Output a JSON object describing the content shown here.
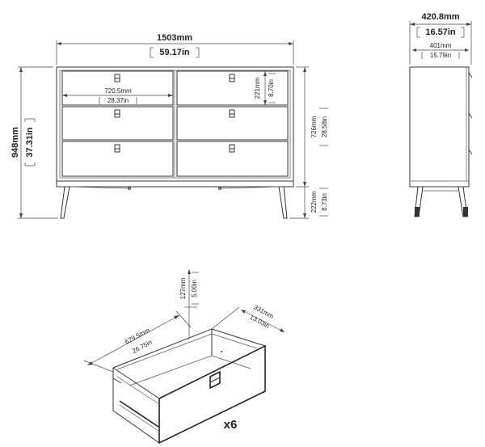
{
  "front": {
    "width_mm": "1503mm",
    "width_in": "59.17in",
    "height_mm": "948mm",
    "height_in": "37.31in",
    "drawer_width_mm": "720.5mm",
    "drawer_width_in": "28.37in",
    "drawer_height_mm": "221mm",
    "drawer_height_in": "8.70in",
    "body_height_mm": "726mm",
    "body_height_in": "28.58in",
    "leg_height_mm": "222mm",
    "leg_height_in": "8.73in"
  },
  "side": {
    "depth_mm": "420.8mm",
    "depth_in": "16.57in",
    "inner_depth_mm": "401mm",
    "inner_depth_in": "15.79in"
  },
  "drawer": {
    "length_mm": "679.5mm",
    "length_in": "26.75in",
    "depth_mm": "331mm",
    "depth_in": "13.03in",
    "height_mm": "127mm",
    "height_in": "5.00in",
    "quantity": "x6"
  }
}
